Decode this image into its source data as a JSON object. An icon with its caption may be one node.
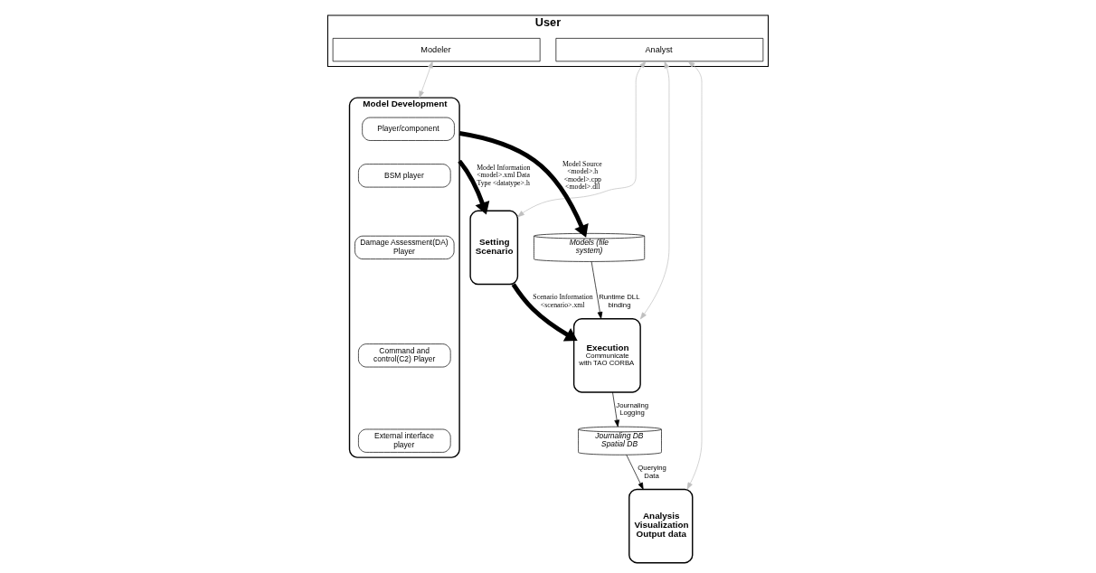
{
  "diagram": {
    "nodes": [
      {
        "text": [
          "User"
        ]
      },
      {
        "text": [
          "Modeler"
        ],
        "in": 0
      },
      {
        "text": [
          "Analyst"
        ],
        "in": 0
      },
      {
        "text": [
          "Model Development"
        ]
      },
      {
        "text": [
          "Player/component"
        ],
        "in": 3
      },
      {
        "text": [
          "BSM player"
        ],
        "in": 3
      },
      {
        "text": [
          "Damage Assessment(DA) Player"
        ],
        "in": 3
      },
      {
        "text": [
          "Command and control(C2) Player"
        ],
        "in": 3
      },
      {
        "text": [
          "External interface player"
        ],
        "in": 3
      },
      {
        "text": [
          "Setting Scenario"
        ]
      },
      {
        "text": [
          "Execution",
          "Communicate with TAO CORBA"
        ]
      },
      {
        "text": [
          "Analysis Visualization Output data"
        ]
      },
      {
        "text": [
          "Models (file system)"
        ]
      },
      {
        "text": [
          "Journaling DB Spatial DB"
        ]
      }
    ],
    "edges": [
      {
        "from": 1,
        "to": 3,
        "arrow": "both",
        "color": "#bfbfbf"
      },
      {
        "from": 2,
        "to": 9,
        "arrow": "both",
        "color": "#bfbfbf"
      },
      {
        "from": 2,
        "to": 10,
        "arrow": "both",
        "color": "#bfbfbf"
      },
      {
        "from": 2,
        "to": 11,
        "arrow": "both",
        "color": "#bfbfbf"
      },
      {
        "from": 3,
        "to": 9,
        "arrow": "to",
        "label": "Model Information <model>.xml Data Type <datatype>.h",
        "style": "thick"
      },
      {
        "from": 3,
        "to": 12,
        "arrow": "to",
        "label": "Model Source <model>.h <model>.cpp <model>.dll",
        "style": "thick"
      },
      {
        "from": 9,
        "to": 10,
        "arrow": "to",
        "label": "Scenario Information <scenario>.xml",
        "style": "thick"
      },
      {
        "from": 12,
        "to": 10,
        "arrow": "to",
        "label": "Runtime DLL binding"
      },
      {
        "from": 10,
        "to": 13,
        "arrow": "to",
        "label": "Journaling Logging"
      },
      {
        "from": 13,
        "to": 11,
        "arrow": "to",
        "label": "Querying Data"
      }
    ]
  }
}
